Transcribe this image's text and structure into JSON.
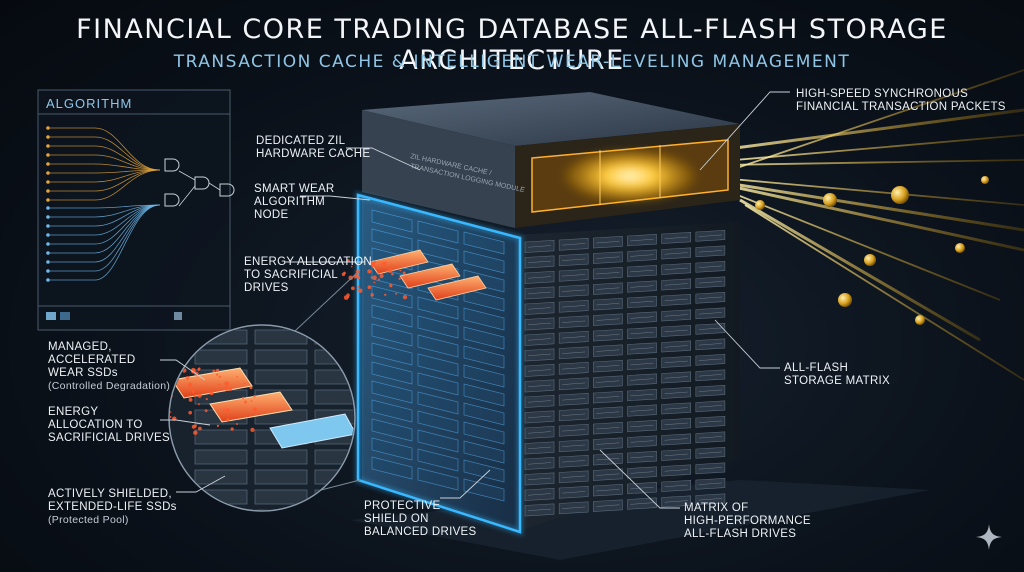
{
  "title": "FINANCIAL CORE TRADING DATABASE ALL-FLASH STORAGE ARCHITECTURE",
  "subtitle": "TRANSACTION  CACHE & INTELLIGENT WEAR-LEVELING MANAGEMENT",
  "algorithm_panel": {
    "title": "ALGORITHM"
  },
  "cache_module_text": [
    "ZIL HARDWARE CACHE /",
    "TRANSACTION LOGGING MODULE"
  ],
  "labels": {
    "zil_cache": [
      "DEDICATED ZIL",
      "HARDWARE CACHE"
    ],
    "smart_wear": [
      "SMART WEAR",
      "ALGORITHM",
      "NODE"
    ],
    "energy_top": [
      "ENERGY ALLOCATION",
      "TO SACRIFICIAL",
      "DRIVES"
    ],
    "high_speed": [
      "HIGH-SPEED SYNCHRONOUS",
      "FINANCIAL TRANSACTION PACKETS"
    ],
    "all_flash_matrix": [
      "ALL-FLASH",
      "STORAGE MATRIX"
    ],
    "managed_wear": [
      "MANAGED,",
      "ACCELERATED",
      "WEAR SSDs"
    ],
    "managed_wear_sub": "(Controlled Degradation)",
    "energy_zoom": [
      "ENERGY",
      "ALLOCATION TO",
      "SACRIFICIAL DRIVES"
    ],
    "shielded": [
      "ACTIVELY SHIELDED,",
      "EXTENDED-LIFE SSDs"
    ],
    "shielded_sub": "(Protected Pool)",
    "protective": [
      "PROTECTIVE",
      "SHIELD ON",
      "BALANCED DRIVES"
    ],
    "matrix_drives": [
      "MATRIX OF",
      "HIGH-PERFORMANCE",
      "ALL-FLASH DRIVES"
    ]
  },
  "colors": {
    "accent_blue": "#38b8ff",
    "transaction_gold": "#ffc53a",
    "sacrificial_red": "#ff5a2e",
    "wire_orange": "#e3a43a",
    "wire_blue": "#6fb8e8"
  }
}
